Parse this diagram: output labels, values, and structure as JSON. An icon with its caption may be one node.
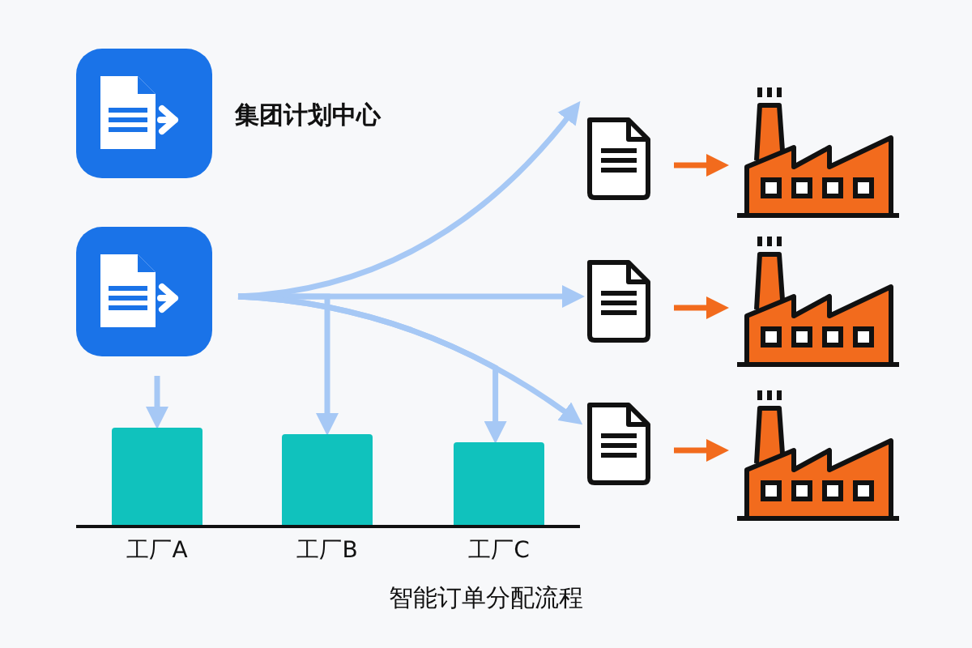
{
  "diagram": {
    "caption": "智能订单分配流程",
    "nodes": [
      {
        "text": [
          "集团计划中心"
        ]
      },
      {
        "text": [],
        "shape": "box"
      },
      {
        "text": [
          "工厂A"
        ]
      },
      {
        "text": [
          "工厂B"
        ]
      },
      {
        "text": [
          "工厂C"
        ]
      },
      {
        "text": [],
        "shape": "picture"
      },
      {
        "text": [],
        "shape": "picture"
      },
      {
        "text": [],
        "shape": "picture"
      },
      {
        "text": [],
        "shape": "picture"
      },
      {
        "text": [],
        "shape": "picture"
      },
      {
        "text": [],
        "shape": "picture"
      }
    ],
    "edges": [
      {
        "from": 1,
        "to": 5,
        "arrow": "to"
      },
      {
        "from": 1,
        "to": 6,
        "arrow": "to"
      },
      {
        "from": 1,
        "to": 7,
        "arrow": "to"
      },
      {
        "from": 1,
        "to": 2,
        "arrow": "to"
      },
      {
        "from": 1,
        "to": 3,
        "arrow": "to"
      },
      {
        "from": 1,
        "to": 4,
        "arrow": "to"
      },
      {
        "from": 5,
        "to": 8,
        "arrow": "to",
        "color": "#f26b1d"
      },
      {
        "from": 6,
        "to": 9,
        "arrow": "to",
        "color": "#f26b1d"
      },
      {
        "from": 7,
        "to": 10,
        "arrow": "to",
        "color": "#f26b1d"
      }
    ]
  }
}
